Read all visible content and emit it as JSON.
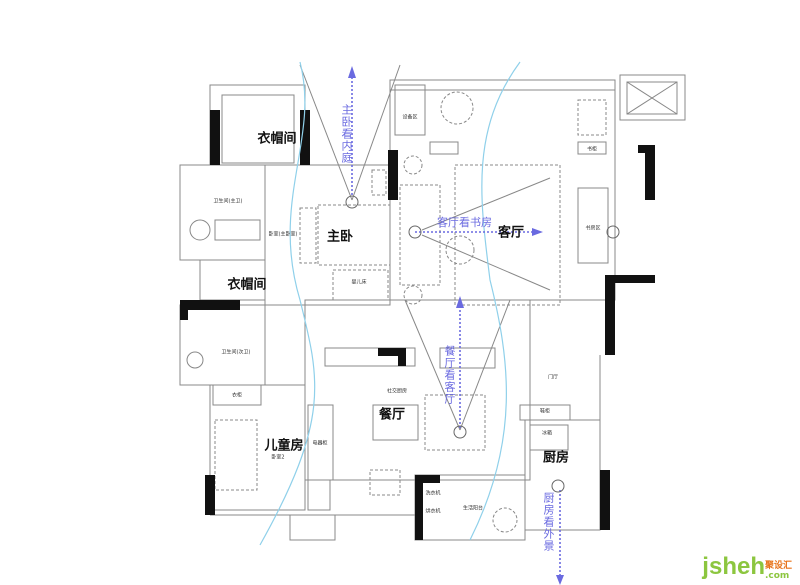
{
  "rooms": {
    "closet_top": "衣帽间",
    "master_bedroom": "主卧",
    "closet_mid": "衣帽间",
    "living_room": "客厅",
    "kids_room": "儿童房",
    "dining_room": "餐厅",
    "kitchen": "厨房"
  },
  "small_labels": {
    "master_bath": "卫生间(主卫)",
    "master_bed_sub": "卧室(主卧室)",
    "crib": "婴儿床",
    "second_bath": "卫生间(次卫)",
    "kids_bed_sub": "卧室2",
    "social_kitchen": "社交厨房",
    "foyer": "门厅",
    "fridge": "冰箱",
    "balcony": "生活阳台",
    "washer": "洗衣机",
    "dryer": "烘衣机",
    "study": "书房区",
    "equipment": "设备区",
    "shoe_cabinet": "鞋柜",
    "appliance_cabinet": "电器柜",
    "wardrobe": "衣柜",
    "bookcase": "书柜"
  },
  "view_annotations": {
    "master_to_courtyard": "主卧看内庭",
    "living_to_study": "客厅看书房",
    "dining_to_living": "餐厅看客厅",
    "kitchen_to_outside": "厨房看外景"
  },
  "logo": {
    "main": "jsheh",
    "cn": "聚设汇",
    "domain": ".com"
  },
  "colors": {
    "wall": "#111111",
    "line": "#888888",
    "view_arrow": "#6a6ae0",
    "flow_curve": "#8fd0ea",
    "logo_green": "#8cc63f",
    "logo_orange": "#e8731a"
  }
}
